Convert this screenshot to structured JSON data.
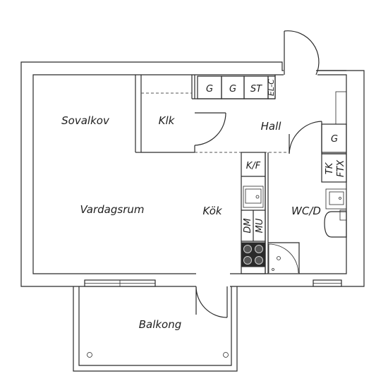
{
  "rooms": {
    "sovalkov": "Sovalkov",
    "klk": "Klk",
    "hall": "Hall",
    "vardagsrum": "Vardagsrum",
    "kok": "Kök",
    "wcd": "WC/D",
    "balkong": "Balkong"
  },
  "fixtures": {
    "g1": "G",
    "g2": "G",
    "st": "ST",
    "elc": "EL-C",
    "g3": "G",
    "kf": "K/F",
    "tk": "TK",
    "ftx": "FTX",
    "dm": "DM",
    "mu": "MU"
  },
  "colors": {
    "wall": "#2a2a2a",
    "background": "#ffffff",
    "stove": "#2b2b2b"
  }
}
